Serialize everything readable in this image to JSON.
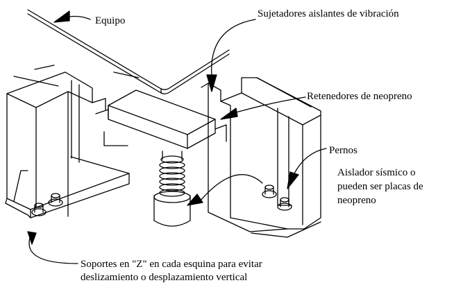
{
  "labels": {
    "equipment": "Equipo",
    "fasteners": "Sujetadores aislantes de vibración",
    "neoprene_retainers": "Retenedores de neopreno",
    "bolts": "Pernos",
    "isolator_line1": "Aislador sísmico o",
    "isolator_line2": "pueden ser placas de",
    "isolator_line3": "neopreno",
    "supports_line1": "Soportes en \"Z\" en cada esquina para evitar",
    "supports_line2": "deslizamiento o desplazamiento vertical"
  },
  "colors": {
    "stroke": "#000000",
    "background": "#ffffff"
  }
}
